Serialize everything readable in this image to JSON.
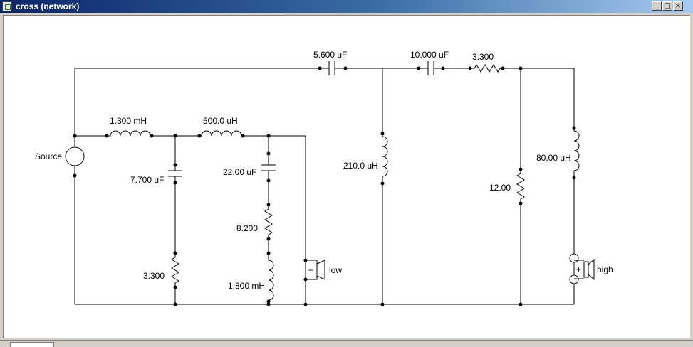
{
  "window": {
    "title": "cross (network)"
  },
  "controls": {
    "minimize": "_",
    "maximize": "□",
    "close": "×"
  },
  "labels": {
    "source": "Source",
    "c_5600": "5.600 uF",
    "c_10000": "10.000 uF",
    "r_3300_top": "3.300",
    "l_1300": "1.300 mH",
    "l_5000": "500.0 uH",
    "c_7700": "7.700 uF",
    "c_2200": "22.00 uF",
    "l_2100": "210.0 uH",
    "l_8000": "80.00 uH",
    "r_8200": "8.200",
    "r_1200": "12.00",
    "r_3300_bottom": "3.300",
    "l_1800": "1.800 mH",
    "speaker_low": "low",
    "speaker_high": "high",
    "plus": "+"
  }
}
